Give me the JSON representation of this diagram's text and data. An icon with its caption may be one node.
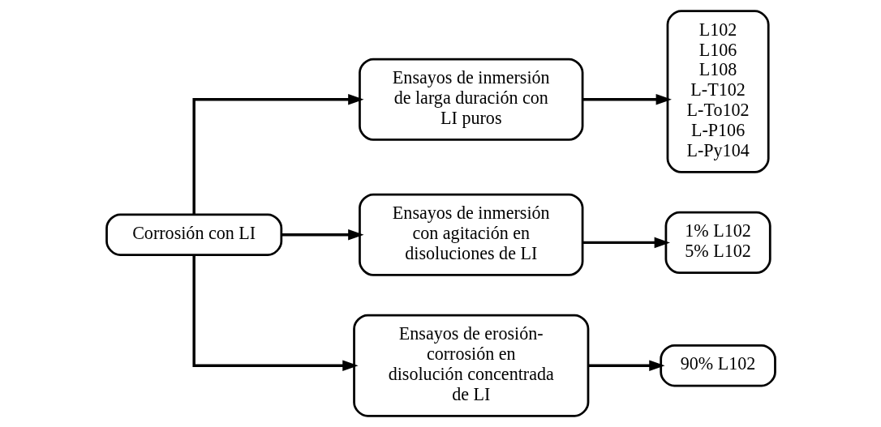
{
  "diagram": {
    "nodes": [
      {
        "text": [
          "Corrosión con LI"
        ]
      },
      {
        "text": [
          "Ensayos de inmersión de larga duración con LI puros"
        ]
      },
      {
        "text": [
          "Ensayos de inmersión con agitación en disoluciones de LI"
        ]
      },
      {
        "text": [
          "Ensayos de erosión-corrosión en disolución concentrada de LI"
        ]
      },
      {
        "text": [
          "L102",
          "L106",
          "L108",
          "L-T102",
          "L-To102",
          "L-P106",
          "L-Py104"
        ]
      },
      {
        "text": [
          "1% L102",
          "5% L102"
        ]
      },
      {
        "text": [
          "90% L102"
        ]
      }
    ],
    "edges": [
      {
        "from": 0,
        "to": 1,
        "arrow": "to"
      },
      {
        "from": 0,
        "to": 2,
        "arrow": "to"
      },
      {
        "from": 0,
        "to": 3,
        "arrow": "to"
      },
      {
        "from": 1,
        "to": 4,
        "arrow": "to"
      },
      {
        "from": 2,
        "to": 5,
        "arrow": "to"
      },
      {
        "from": 3,
        "to": 6,
        "arrow": "to"
      }
    ]
  }
}
